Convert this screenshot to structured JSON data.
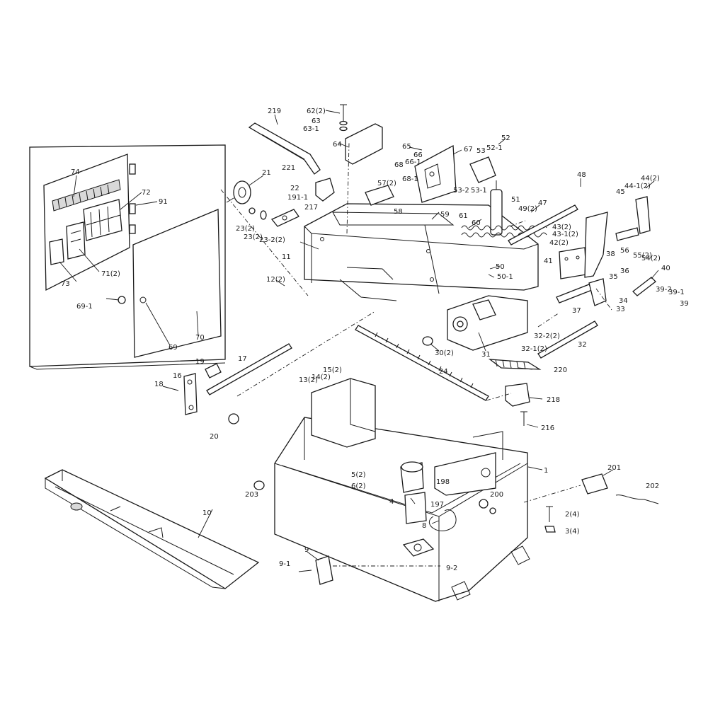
{
  "diagram": {
    "callouts": {
      "c219": "219",
      "c62": "62(2)",
      "c63": "63",
      "c63_1": "63-1",
      "c64": "64",
      "c65": "65",
      "c66": "66",
      "c66_1": "66-1",
      "c67": "67",
      "c68": "68",
      "c68_1": "68-1",
      "c57": "57(2)",
      "c58": "58",
      "c53": "53",
      "c52": "52",
      "c52_1": "52-1",
      "c53_2": "53-2",
      "c53_1": "53-1",
      "c51": "51",
      "c48": "48",
      "c47": "47",
      "c49": "49(2)",
      "c44_1": "44(2)",
      "c44_2": "44-1(2)",
      "c45": "45",
      "c74": "74",
      "c72": "72",
      "c91": "91",
      "c21": "21",
      "c221": "221",
      "c22": "22",
      "c191_1": "191-1",
      "c217": "217",
      "c23_a": "23(2)",
      "c23_b": "23(2)",
      "c23_2": "23-2(2)",
      "c11": "11",
      "c12": "12(2)",
      "c59": "59",
      "c61": "61",
      "c60": "60",
      "c43_a": "43(2)",
      "c43_b": "43-1(2)",
      "c42": "42(2)",
      "c41": "41",
      "c56": "56",
      "c55": "55(2)",
      "c54": "54(2)",
      "c50": "50",
      "c50_1": "50-1",
      "c38": "38",
      "c36": "36",
      "c40": "40",
      "c35": "35",
      "c34": "34",
      "c39_2": "39-2",
      "c39_1": "39-1",
      "c39": "39",
      "c33": "33",
      "c37": "37",
      "c71": "71(2)",
      "c73": "73",
      "c69_1": "69-1",
      "c69": "69",
      "c70": "70",
      "c30": "30(2)",
      "c31": "31",
      "c32_2": "32-2(2)",
      "c32_1": "32-1(2)",
      "c32": "32",
      "c19": "19",
      "c17": "17",
      "c18": "18",
      "c16": "16",
      "c20": "20",
      "c24": "24",
      "c220": "220",
      "c13": "13(2)",
      "c14": "14(2)",
      "c15": "15(2)",
      "c218": "218",
      "c216": "216",
      "c1": "1",
      "c201": "201",
      "c202": "202",
      "c5": "5(2)",
      "c6": "6(2)",
      "c198": "198",
      "c197": "197",
      "c200": "200",
      "c203": "203",
      "c4": "4",
      "c8": "8",
      "c2": "2(4)",
      "c3": "3(4)",
      "c10": "10",
      "c9": "9",
      "c9_1": "9-1",
      "c9_2": "9-2"
    }
  }
}
